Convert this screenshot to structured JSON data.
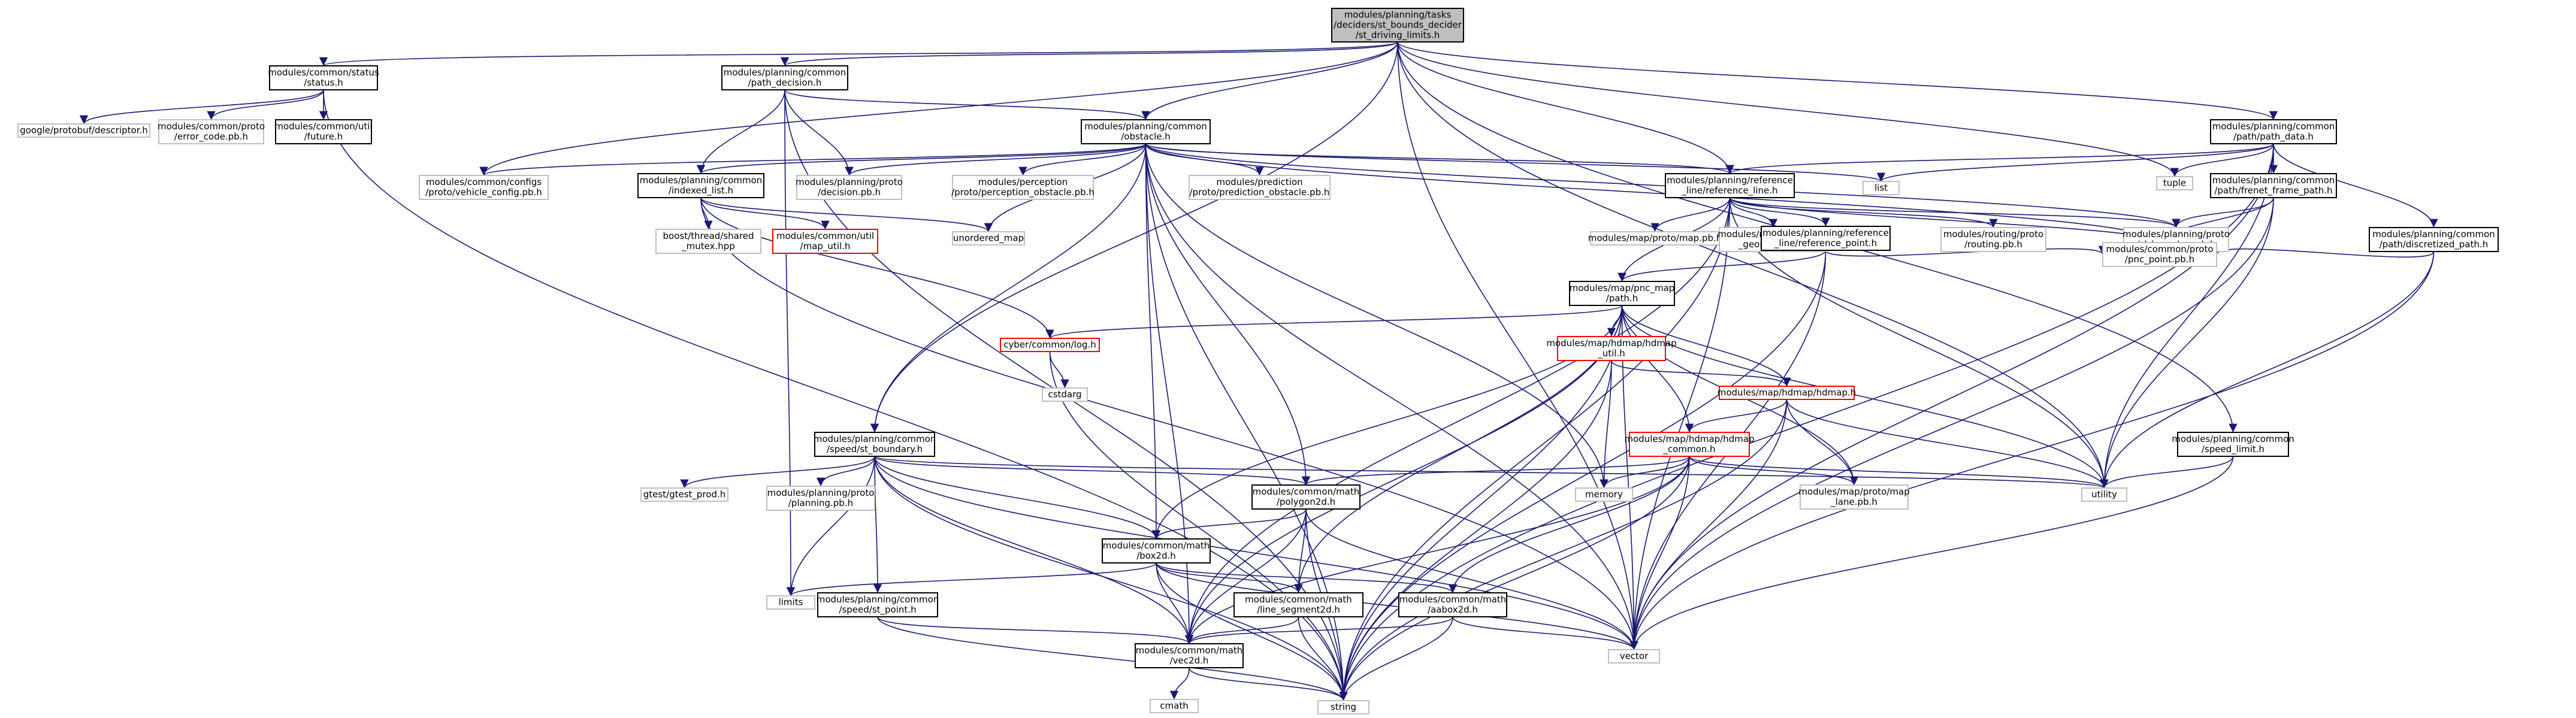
{
  "colors": {
    "edge": "#191970",
    "border_dark": "#000000",
    "border_light": "#bfbfbf",
    "border_red": "#ff0000",
    "root_fill": "#bfbfbf",
    "text": "#000000"
  },
  "nodes": [
    {
      "id": "root",
      "lines": [
        "modules/planning/tasks",
        "/deciders/st_bounds_decider",
        "/st_driving_limits.h"
      ],
      "style": "root"
    },
    {
      "id": "status",
      "lines": [
        "modules/common/status",
        "/status.h"
      ],
      "style": "dark"
    },
    {
      "id": "path_decision",
      "lines": [
        "modules/planning/common",
        "/path_decision.h"
      ],
      "style": "dark"
    },
    {
      "id": "path_data",
      "lines": [
        "modules/planning/common",
        "/path/path_data.h"
      ],
      "style": "dark"
    },
    {
      "id": "descriptor",
      "lines": [
        "google/protobuf/descriptor.h"
      ],
      "style": "light"
    },
    {
      "id": "error_code",
      "lines": [
        "modules/common/proto",
        "/error_code.pb.h"
      ],
      "style": "light"
    },
    {
      "id": "future",
      "lines": [
        "modules/common/util",
        "/future.h"
      ],
      "style": "dark"
    },
    {
      "id": "obstacle",
      "lines": [
        "modules/planning/common",
        "/obstacle.h"
      ],
      "style": "dark"
    },
    {
      "id": "vehicle_config",
      "lines": [
        "modules/common/configs",
        "/proto/vehicle_config.pb.h"
      ],
      "style": "light"
    },
    {
      "id": "indexed_list",
      "lines": [
        "modules/planning/common",
        "/indexed_list.h"
      ],
      "style": "dark"
    },
    {
      "id": "decision_pb",
      "lines": [
        "modules/planning/proto",
        "/decision.pb.h"
      ],
      "style": "light"
    },
    {
      "id": "perception_obstacle",
      "lines": [
        "modules/perception",
        "/proto/perception_obstacle.pb.h"
      ],
      "style": "light"
    },
    {
      "id": "prediction_obstacle",
      "lines": [
        "modules/prediction",
        "/proto/prediction_obstacle.pb.h"
      ],
      "style": "light"
    },
    {
      "id": "reference_line",
      "lines": [
        "modules/planning/reference",
        "_line/reference_line.h"
      ],
      "style": "dark"
    },
    {
      "id": "list",
      "lines": [
        "list"
      ],
      "style": "light"
    },
    {
      "id": "tuple",
      "lines": [
        "tuple"
      ],
      "style": "light"
    },
    {
      "id": "frenet_frame_path",
      "lines": [
        "modules/planning/common",
        "/path/frenet_frame_path.h"
      ],
      "style": "dark"
    },
    {
      "id": "discretized_path",
      "lines": [
        "modules/planning/common",
        "/path/discretized_path.h"
      ],
      "style": "dark"
    },
    {
      "id": "boost_mutex",
      "lines": [
        "boost/thread/shared",
        "_mutex.hpp"
      ],
      "style": "light"
    },
    {
      "id": "map_util",
      "lines": [
        "modules/common/util",
        "/map_util.h"
      ],
      "style": "red"
    },
    {
      "id": "unordered_map",
      "lines": [
        "unordered_map"
      ],
      "style": "light"
    },
    {
      "id": "map_pb",
      "lines": [
        "modules/map/proto/map.pb.h"
      ],
      "style": "light"
    },
    {
      "id": "map_geometry",
      "lines": [
        "modules/map/proto/map",
        "_geometry.pb.h"
      ],
      "style": "light"
    },
    {
      "id": "reference_point",
      "lines": [
        "modules/planning/reference",
        "_line/reference_point.h"
      ],
      "style": "dark"
    },
    {
      "id": "routing_pb",
      "lines": [
        "modules/routing/proto",
        "/routing.pb.h"
      ],
      "style": "light"
    },
    {
      "id": "sl_boundary",
      "lines": [
        "modules/planning/proto",
        "/sl_boundary.pb.h"
      ],
      "style": "light"
    },
    {
      "id": "pnc_point",
      "lines": [
        "modules/common/proto",
        "/pnc_point.pb.h"
      ],
      "style": "light"
    },
    {
      "id": "pnc_path",
      "lines": [
        "modules/map/pnc_map",
        "/path.h"
      ],
      "style": "dark"
    },
    {
      "id": "log",
      "lines": [
        "cyber/common/log.h"
      ],
      "style": "red"
    },
    {
      "id": "cstdarg",
      "lines": [
        "cstdarg"
      ],
      "style": "light"
    },
    {
      "id": "hdmap_util",
      "lines": [
        "modules/map/hdmap/hdmap",
        "_util.h"
      ],
      "style": "red"
    },
    {
      "id": "hdmap",
      "lines": [
        "modules/map/hdmap/hdmap.h"
      ],
      "style": "red"
    },
    {
      "id": "hdmap_common",
      "lines": [
        "modules/map/hdmap/hdmap",
        "_common.h"
      ],
      "style": "red"
    },
    {
      "id": "st_boundary",
      "lines": [
        "modules/planning/common",
        "/speed/st_boundary.h"
      ],
      "style": "dark"
    },
    {
      "id": "speed_limit",
      "lines": [
        "modules/planning/common",
        "/speed_limit.h"
      ],
      "style": "dark"
    },
    {
      "id": "gtest_prod",
      "lines": [
        "gtest/gtest_prod.h"
      ],
      "style": "light"
    },
    {
      "id": "planning_pb",
      "lines": [
        "modules/planning/proto",
        "/planning.pb.h"
      ],
      "style": "light"
    },
    {
      "id": "polygon2d",
      "lines": [
        "modules/common/math",
        "/polygon2d.h"
      ],
      "style": "dark"
    },
    {
      "id": "memory",
      "lines": [
        "memory"
      ],
      "style": "light"
    },
    {
      "id": "lane_pb",
      "lines": [
        "modules/map/proto/map",
        "_lane.pb.h"
      ],
      "style": "light"
    },
    {
      "id": "utility",
      "lines": [
        "utility"
      ],
      "style": "light"
    },
    {
      "id": "box2d",
      "lines": [
        "modules/common/math",
        "/box2d.h"
      ],
      "style": "dark"
    },
    {
      "id": "limits",
      "lines": [
        "limits"
      ],
      "style": "light"
    },
    {
      "id": "st_point",
      "lines": [
        "modules/planning/common",
        "/speed/st_point.h"
      ],
      "style": "dark"
    },
    {
      "id": "line_segment2d",
      "lines": [
        "modules/common/math",
        "/line_segment2d.h"
      ],
      "style": "dark"
    },
    {
      "id": "aabox2d",
      "lines": [
        "modules/common/math",
        "/aabox2d.h"
      ],
      "style": "dark"
    },
    {
      "id": "vector",
      "lines": [
        "vector"
      ],
      "style": "light"
    },
    {
      "id": "vec2d",
      "lines": [
        "modules/common/math",
        "/vec2d.h"
      ],
      "style": "dark"
    },
    {
      "id": "cmath",
      "lines": [
        "cmath"
      ],
      "style": "light"
    },
    {
      "id": "string",
      "lines": [
        "string"
      ],
      "style": "light"
    }
  ],
  "edges": [
    [
      "root",
      "status"
    ],
    [
      "root",
      "path_decision"
    ],
    [
      "root",
      "path_data"
    ],
    [
      "root",
      "obstacle"
    ],
    [
      "root",
      "reference_line"
    ],
    [
      "root",
      "st_boundary"
    ],
    [
      "root",
      "speed_limit"
    ],
    [
      "root",
      "vehicle_config"
    ],
    [
      "root",
      "tuple"
    ],
    [
      "root",
      "utility"
    ],
    [
      "root",
      "vector"
    ],
    [
      "status",
      "descriptor"
    ],
    [
      "status",
      "error_code"
    ],
    [
      "status",
      "future"
    ],
    [
      "status",
      "string"
    ],
    [
      "path_decision",
      "obstacle"
    ],
    [
      "path_decision",
      "indexed_list"
    ],
    [
      "path_decision",
      "decision_pb"
    ],
    [
      "path_decision",
      "limits"
    ],
    [
      "path_decision",
      "string"
    ],
    [
      "obstacle",
      "vehicle_config"
    ],
    [
      "obstacle",
      "indexed_list"
    ],
    [
      "obstacle",
      "decision_pb"
    ],
    [
      "obstacle",
      "perception_obstacle"
    ],
    [
      "obstacle",
      "prediction_obstacle"
    ],
    [
      "obstacle",
      "reference_line"
    ],
    [
      "obstacle",
      "list"
    ],
    [
      "obstacle",
      "sl_boundary"
    ],
    [
      "obstacle",
      "pnc_point"
    ],
    [
      "obstacle",
      "unordered_map"
    ],
    [
      "obstacle",
      "st_boundary"
    ],
    [
      "obstacle",
      "box2d"
    ],
    [
      "obstacle",
      "polygon2d"
    ],
    [
      "obstacle",
      "memory"
    ],
    [
      "obstacle",
      "vector"
    ],
    [
      "obstacle",
      "string"
    ],
    [
      "obstacle",
      "vec2d"
    ],
    [
      "indexed_list",
      "boost_mutex"
    ],
    [
      "indexed_list",
      "map_util"
    ],
    [
      "indexed_list",
      "unordered_map"
    ],
    [
      "indexed_list",
      "log"
    ],
    [
      "indexed_list",
      "vector"
    ],
    [
      "path_data",
      "reference_line"
    ],
    [
      "path_data",
      "frenet_frame_path"
    ],
    [
      "path_data",
      "discretized_path"
    ],
    [
      "path_data",
      "list"
    ],
    [
      "path_data",
      "tuple"
    ],
    [
      "path_data",
      "utility"
    ],
    [
      "path_data",
      "string"
    ],
    [
      "path_data",
      "vector"
    ],
    [
      "frenet_frame_path",
      "sl_boundary"
    ],
    [
      "frenet_frame_path",
      "pnc_point"
    ],
    [
      "frenet_frame_path",
      "vector"
    ],
    [
      "frenet_frame_path",
      "utility"
    ],
    [
      "discretized_path",
      "pnc_point"
    ],
    [
      "discretized_path",
      "utility"
    ],
    [
      "discretized_path",
      "vector"
    ],
    [
      "reference_line",
      "map_pb"
    ],
    [
      "reference_line",
      "map_geometry"
    ],
    [
      "reference_line",
      "reference_point"
    ],
    [
      "reference_line",
      "routing_pb"
    ],
    [
      "reference_line",
      "sl_boundary"
    ],
    [
      "reference_line",
      "pnc_point"
    ],
    [
      "reference_line",
      "pnc_path"
    ],
    [
      "reference_line",
      "vec2d"
    ],
    [
      "reference_line",
      "utility"
    ],
    [
      "reference_line",
      "vector"
    ],
    [
      "reference_line",
      "string"
    ],
    [
      "reference_point",
      "pnc_point"
    ],
    [
      "reference_point",
      "pnc_path"
    ],
    [
      "reference_point",
      "vector"
    ],
    [
      "reference_point",
      "string"
    ],
    [
      "pnc_path",
      "log"
    ],
    [
      "pnc_path",
      "hdmap_util"
    ],
    [
      "pnc_path",
      "hdmap"
    ],
    [
      "pnc_path",
      "hdmap_common"
    ],
    [
      "pnc_path",
      "box2d"
    ],
    [
      "pnc_path",
      "line_segment2d"
    ],
    [
      "pnc_path",
      "vec2d"
    ],
    [
      "pnc_path",
      "lane_pb"
    ],
    [
      "pnc_path",
      "utility"
    ],
    [
      "pnc_path",
      "vector"
    ],
    [
      "pnc_path",
      "string"
    ],
    [
      "log",
      "cstdarg"
    ],
    [
      "log",
      "string"
    ],
    [
      "hdmap_util",
      "hdmap"
    ],
    [
      "hdmap_util",
      "memory"
    ],
    [
      "hdmap_util",
      "string"
    ],
    [
      "hdmap",
      "hdmap_common"
    ],
    [
      "hdmap",
      "lane_pb"
    ],
    [
      "hdmap",
      "utility"
    ],
    [
      "hdmap",
      "vector"
    ],
    [
      "hdmap",
      "string"
    ],
    [
      "hdmap_common",
      "polygon2d"
    ],
    [
      "hdmap_common",
      "aabox2d"
    ],
    [
      "hdmap_common",
      "vec2d"
    ],
    [
      "hdmap_common",
      "lane_pb"
    ],
    [
      "hdmap_common",
      "memory"
    ],
    [
      "hdmap_common",
      "utility"
    ],
    [
      "hdmap_common",
      "vector"
    ],
    [
      "hdmap_common",
      "string"
    ],
    [
      "st_boundary",
      "gtest_prod"
    ],
    [
      "st_boundary",
      "planning_pb"
    ],
    [
      "st_boundary",
      "polygon2d"
    ],
    [
      "st_boundary",
      "box2d"
    ],
    [
      "st_boundary",
      "st_point"
    ],
    [
      "st_boundary",
      "vec2d"
    ],
    [
      "st_boundary",
      "limits"
    ],
    [
      "st_boundary",
      "utility"
    ],
    [
      "st_boundary",
      "vector"
    ],
    [
      "st_boundary",
      "string"
    ],
    [
      "speed_limit",
      "utility"
    ],
    [
      "speed_limit",
      "vector"
    ],
    [
      "polygon2d",
      "box2d"
    ],
    [
      "polygon2d",
      "line_segment2d"
    ],
    [
      "polygon2d",
      "vec2d"
    ],
    [
      "polygon2d",
      "vector"
    ],
    [
      "polygon2d",
      "string"
    ],
    [
      "box2d",
      "line_segment2d"
    ],
    [
      "box2d",
      "aabox2d"
    ],
    [
      "box2d",
      "vec2d"
    ],
    [
      "box2d",
      "limits"
    ],
    [
      "box2d",
      "vector"
    ],
    [
      "box2d",
      "string"
    ],
    [
      "st_point",
      "vec2d"
    ],
    [
      "st_point",
      "string"
    ],
    [
      "line_segment2d",
      "vec2d"
    ],
    [
      "line_segment2d",
      "string"
    ],
    [
      "aabox2d",
      "vec2d"
    ],
    [
      "aabox2d",
      "vector"
    ],
    [
      "aabox2d",
      "string"
    ],
    [
      "vec2d",
      "cmath"
    ],
    [
      "vec2d",
      "string"
    ]
  ]
}
